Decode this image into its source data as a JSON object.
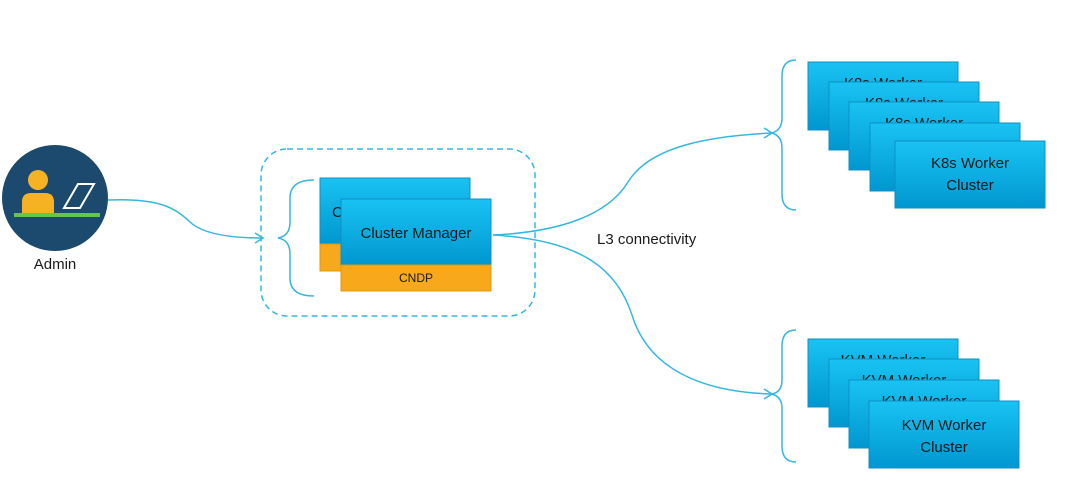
{
  "admin": {
    "label": "Admin"
  },
  "cluster_manager": {
    "label": "Cluster Manager",
    "back_label_fragment": "C",
    "base_label": "CNDP"
  },
  "connection": {
    "label": "L3 connectivity"
  },
  "k8s_stack": {
    "front_label_line1": "K8s Worker",
    "front_label_line2": "Cluster",
    "back_label_fragment_line1": "K8s Worker"
  },
  "kvm_stack": {
    "front_label_line1": "KVM Worker",
    "front_label_line2": "Cluster",
    "back_label_fragment_line1": "KVM Worker"
  },
  "colors": {
    "box_top": "#19c3f2",
    "box_bottom": "#0097d0",
    "box_border": "#0f8fc4",
    "cndp_orange": "#f7a91b",
    "line": "#33b8e2",
    "admin_circle": "#1b4a6e",
    "admin_person": "#f5b323",
    "admin_desk": "#5fc94a",
    "text_dark": "#1a1a1a"
  }
}
